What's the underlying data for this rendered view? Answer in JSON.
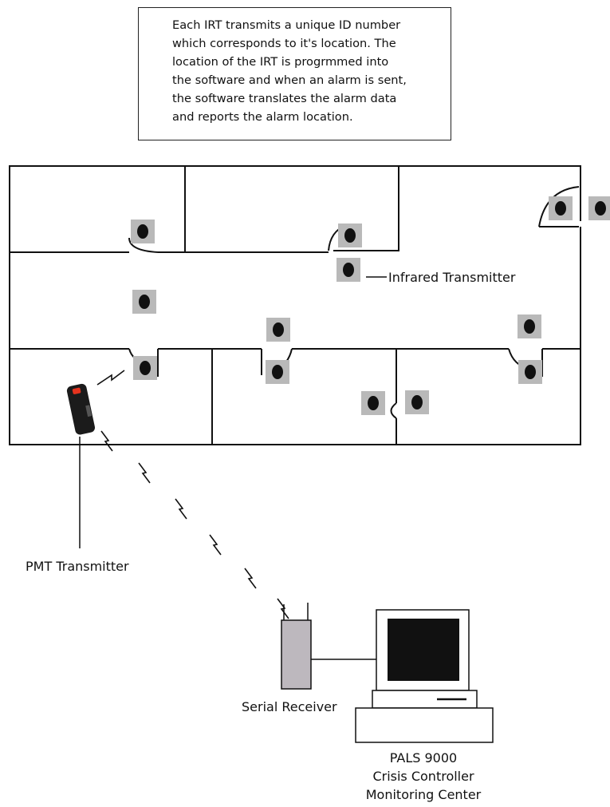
{
  "callout": {
    "lines": [
      "Each IRT transmits a unique ID number",
      "which corresponds to it's location. The",
      "location of the IRT is progrmmed into",
      "the software and when an alarm is sent,",
      "the software translates the alarm data",
      "and reports the alarm location."
    ]
  },
  "labels": {
    "infrared_transmitter": "Infrared Transmitter",
    "pmt_transmitter": "PMT Transmitter",
    "serial_receiver": "Serial Receiver",
    "monitoring_center": [
      "PALS 9000",
      "Crisis Controller",
      "Monitoring Center"
    ]
  },
  "colors": {
    "irt_pad": "#b9b9b9",
    "irt_dot": "#111111",
    "receiver_body": "#bdb8be",
    "monitor_screen": "#111111",
    "pmt_body": "#1b1b1b",
    "pmt_light": "#e5331e",
    "wall": "#111111"
  }
}
